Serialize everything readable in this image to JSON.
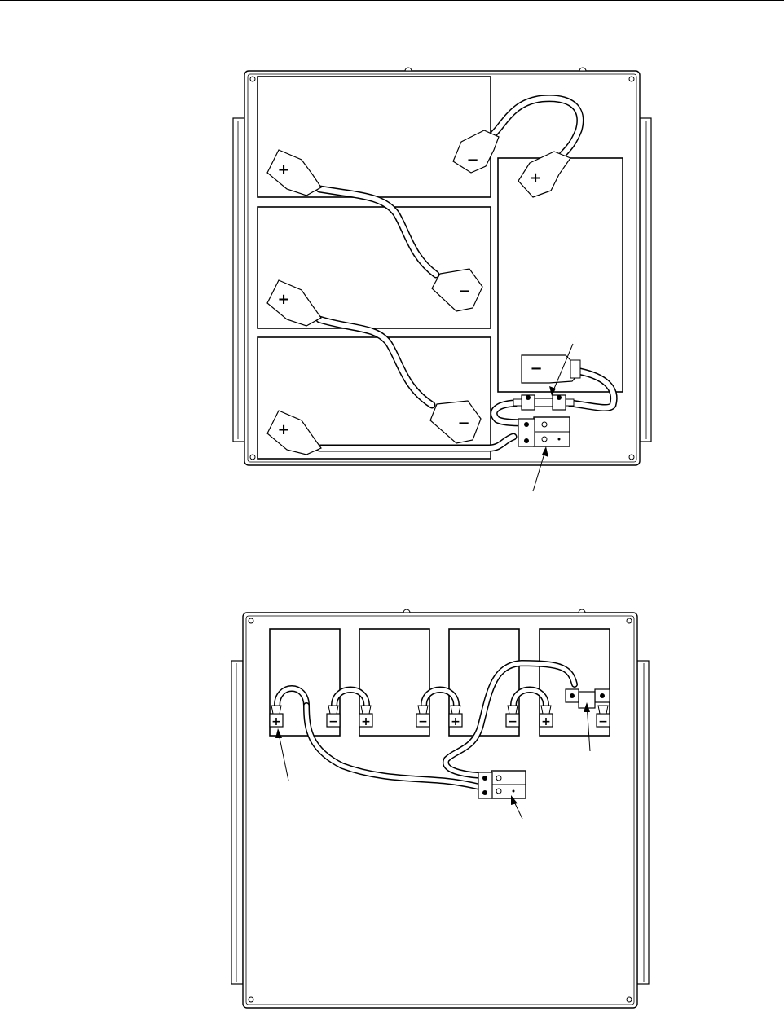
{
  "figure": {
    "diagrams": [
      {
        "id": "top",
        "batteries": [
          {
            "name": "battery-1"
          },
          {
            "name": "battery-2"
          },
          {
            "name": "battery-3"
          },
          {
            "name": "battery-4"
          }
        ],
        "terminals": [
          {
            "name": "b1-plus",
            "symbol": "+"
          },
          {
            "name": "b1-minus",
            "symbol": "−"
          },
          {
            "name": "b2-plus",
            "symbol": "+"
          },
          {
            "name": "b2-minus",
            "symbol": "−"
          },
          {
            "name": "b3-plus",
            "symbol": "+"
          },
          {
            "name": "b3-minus",
            "symbol": "−"
          },
          {
            "name": "b4-plus",
            "symbol": "+"
          },
          {
            "name": "b4-minus",
            "symbol": "−"
          }
        ],
        "components": [
          "fuse",
          "connector"
        ]
      },
      {
        "id": "bottom",
        "batteries": [
          {
            "name": "battery-1"
          },
          {
            "name": "battery-2"
          },
          {
            "name": "battery-3"
          },
          {
            "name": "battery-4"
          }
        ],
        "terminals": [
          {
            "name": "b1-plus",
            "symbol": "+"
          },
          {
            "name": "b1-minus",
            "symbol": "−"
          },
          {
            "name": "b2-plus",
            "symbol": "+"
          },
          {
            "name": "b2-minus",
            "symbol": "−"
          },
          {
            "name": "b3-plus",
            "symbol": "+"
          },
          {
            "name": "b3-minus",
            "symbol": "−"
          },
          {
            "name": "b4-plus",
            "symbol": "+"
          },
          {
            "name": "b4-minus",
            "symbol": "−"
          }
        ],
        "components": [
          "fuse",
          "connector"
        ]
      }
    ],
    "colors": {
      "line": "#000000",
      "fill": "#ffffff",
      "cable": "#ffffff"
    }
  }
}
